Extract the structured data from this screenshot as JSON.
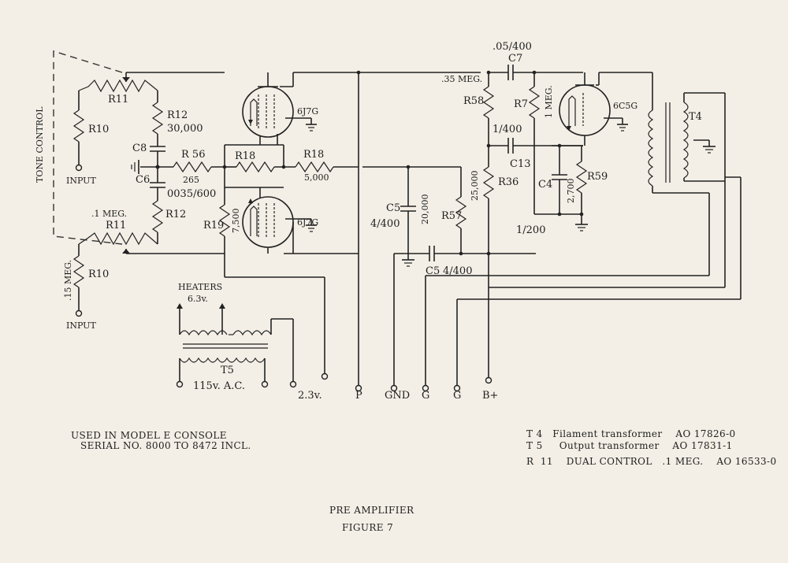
{
  "labels": {
    "tone_control": "TONE CONTROL",
    "input_top": "INPUT",
    "input_bottom": "INPUT",
    "r11_top": "R11",
    "r10_top": "R10",
    "r12_top": "R12",
    "r12_top_value": "30,000",
    "c8": "C8",
    "r56": "R 56",
    "r56_value": "265",
    "c6": "C6",
    "c6_value": "0035/600",
    "r12_bottom": "R12",
    "r11_bottom_value": ".1 MEG.",
    "r11_bottom": "R11",
    "r10_bottom_value": ".15 MEG.",
    "r10_bottom": "R10",
    "r18_a": "R18",
    "r18_b": "R18",
    "r18_b_value": "5,000",
    "r19": "R19",
    "r19_value": "7,500",
    "tube1": "6J7G",
    "tube2": "6J7G",
    "tube3": "6C5G",
    "c5_a": "C5",
    "c5_a_value": "4/400",
    "c5_a_res": "20,000",
    "r57": "R57",
    "c5_b": "C5",
    "c5_b_value": "4/400",
    "r58": "R58",
    "r58_value": ".35 MEG.",
    "c7_value": ".05/400",
    "c7": "C7",
    "r7": "R7",
    "r7_value": "1 MEG.",
    "c13_value": "1/400",
    "c13": "C13",
    "r36": "R36",
    "r36_value": "25,000",
    "c4": "C4",
    "c4_value": "2,700",
    "r59": "R59",
    "cap_1_200": "1/200",
    "t4": "T4",
    "heaters": "HEATERS",
    "heaters_voltage": "6.3v.",
    "t5": "T5",
    "mains": "115v. A.C.",
    "v23": "2.3v.",
    "terminal_p": "P",
    "terminal_gnd": "GND",
    "terminal_g1": "G",
    "terminal_g2": "G",
    "terminal_bplus": "B+"
  },
  "notes": {
    "used_in_line1": "USED IN MODEL E CONSOLE",
    "used_in_line2": "SERIAL NO. 8000 TO 8472 INCL.",
    "t4_line": "T 4   Filament transformer    AO 17826-0",
    "t5_line": "T 5     Output transformer    AO 17831-1",
    "r11_line": "R  11    DUAL CONTROL   .1 MEG.    AO 16533-0"
  },
  "caption": {
    "title": "PRE AMPLIFIER",
    "figure": "FIGURE 7"
  }
}
